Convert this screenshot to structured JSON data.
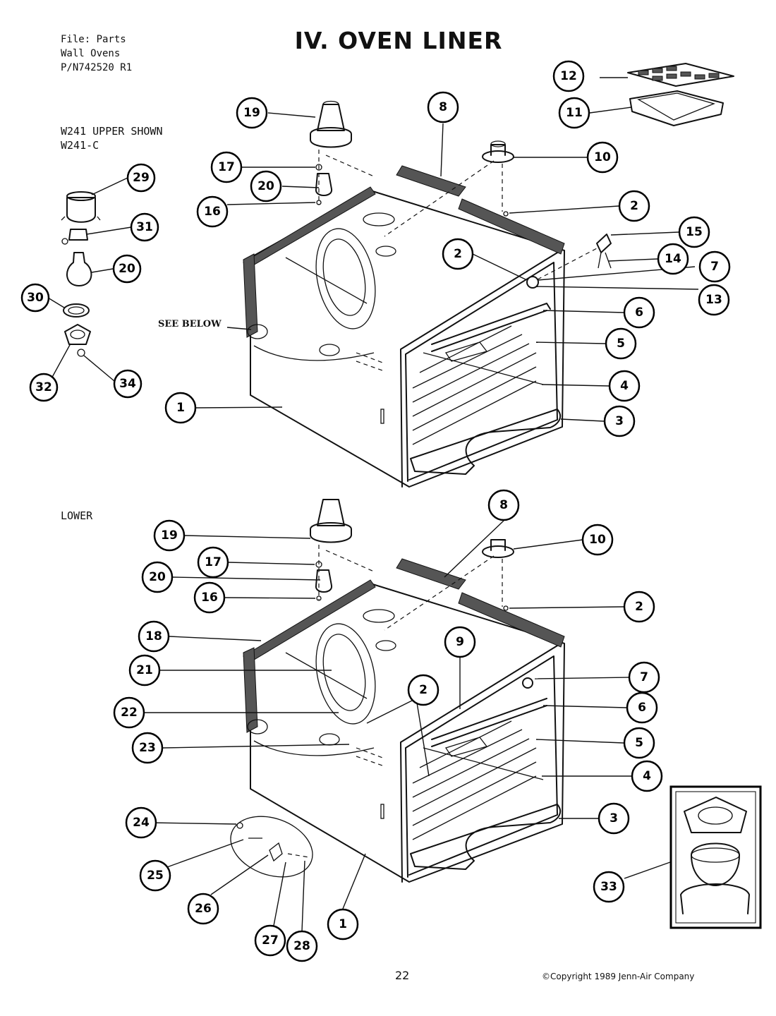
{
  "header": {
    "file_line": "File: Parts",
    "product_line": "Wall Ovens",
    "part_number_line": "P/N742520 R1"
  },
  "title": "IV. OVEN LINER",
  "model_note": {
    "line1": "W241  UPPER SHOWN",
    "line2": "W241-C"
  },
  "lower_label": "LOWER",
  "see_below": "SEE BELOW",
  "page_number": "22",
  "copyright": "©Copyright 1989 Jenn-Air Company",
  "upper_callouts": [
    "12",
    "11",
    "19",
    "8",
    "10",
    "17",
    "20",
    "16",
    "2",
    "15",
    "14",
    "2",
    "7",
    "13",
    "6",
    "5",
    "4",
    "3",
    "1"
  ],
  "side_callouts": [
    "29",
    "31",
    "20",
    "30",
    "32",
    "34"
  ],
  "lower_callouts": [
    "8",
    "19",
    "10",
    "17",
    "20",
    "16",
    "2",
    "18",
    "9",
    "21",
    "2",
    "7",
    "6",
    "22",
    "5",
    "23",
    "4",
    "24",
    "3",
    "25",
    "33",
    "26",
    "1",
    "27",
    "28"
  ]
}
